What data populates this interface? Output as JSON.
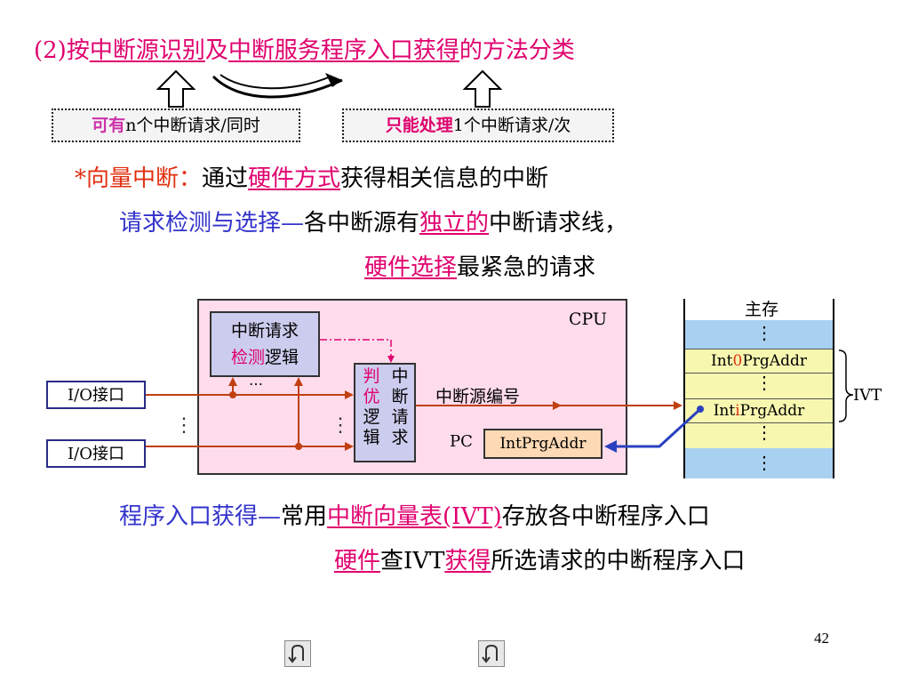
{
  "heading": {
    "prefix": "(2)按",
    "part1": "中断源识别",
    "mid": "及",
    "part2": "中断服务程序入口获得",
    "suffix": "的方法分类"
  },
  "left_note": {
    "hl": "可有",
    "rest": "n个中断请求/同时"
  },
  "right_note": {
    "hl": "只能处理",
    "rest": "1个中断请求/次"
  },
  "vector": {
    "star": "*向量中断：",
    "pre": "通过",
    "hw": "硬件方式",
    "post": "获得相关信息的中断"
  },
  "detect": {
    "label": "请求检测与选择—",
    "pre": "各中断源有",
    "indep": "独立的",
    "post": "中断请求线，",
    "hw_select": "硬件选择",
    "post2": "最紧急的请求"
  },
  "diagram": {
    "cpu": "CPU",
    "req_line1": "中断请求",
    "req_line2_a": "检测",
    "req_line2_b": "逻辑",
    "ellipsis": "…",
    "vdots": "⋮",
    "judge_a": [
      "判",
      "优",
      "逻",
      "辑"
    ],
    "judge_b": [
      "中",
      "断",
      "请",
      "求"
    ],
    "src_num": "中断源编号",
    "pc": "PC",
    "pc_box": "IntPrgAddr",
    "io1": "I/O接口",
    "io2": "I/O接口",
    "mem_title": "主存",
    "mem_row1_a": "Int",
    "mem_row1_b": "0",
    "mem_row1_c": "PrgAddr",
    "mem_row2_a": "Int",
    "mem_row2_b": "i",
    "mem_row2_c": "PrgAddr",
    "ivt": "IVT"
  },
  "entry": {
    "label": "程序入口获得—",
    "pre": "常用",
    "ivt": "中断向量表(IVT)",
    "post": "存放各中断程序入口",
    "hw": "硬件",
    "mid": "查IVT",
    "get": "获得",
    "post2": "所选请求的中断程序入口"
  },
  "page_number": "42",
  "colors": {
    "accent": "#e0006e",
    "blue": "#3333cc",
    "cpu_bg": "#ffdcec",
    "memory_blue": "#a8d0f0",
    "memory_yellow": "#f7f7b0"
  }
}
